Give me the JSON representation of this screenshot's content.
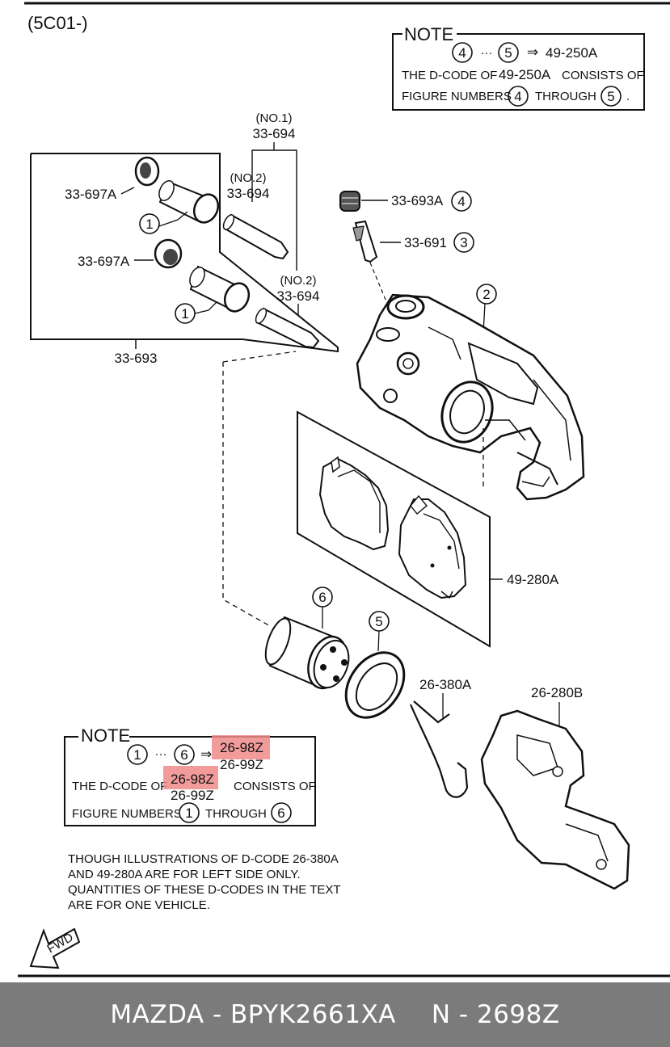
{
  "corner_code": "(5C01-)",
  "note_top": {
    "title": "NOTE",
    "range_from": "4",
    "range_dots": "···",
    "range_to": "5",
    "arrow": "⇒",
    "code": "49-250A",
    "line2_pre": "THE D-CODE OF",
    "line2_code": "49-250A",
    "line2_post": "CONSISTS OF",
    "line3_pre": "FIGURE NUMBERS",
    "line3_from": "4",
    "line3_mid": "THROUGH",
    "line3_to": "5",
    "line3_end": "."
  },
  "parts": {
    "no1": "(NO.1)",
    "p33_694_a": "33-694",
    "no2_a": "(NO.2)",
    "p33_694_b": "33-694",
    "no2_b": "(NO.2)",
    "p33_694_c": "33-694",
    "p33_697a_1": "33-697A",
    "p33_697a_2": "33-697A",
    "ref1_a": "1",
    "ref1_b": "1",
    "p33_693": "33-693",
    "p33_693a": "33-693A",
    "ref4": "4",
    "p33_691": "33-691",
    "ref3": "3",
    "ref2": "2",
    "p49_280a": "49-280A",
    "ref6": "6",
    "ref5": "5",
    "p26_380a": "26-380A",
    "p26_280b": "26-280B"
  },
  "note_bottom": {
    "title": "NOTE",
    "range_from": "1",
    "range_dots": "···",
    "range_to": "6",
    "arrow": "⇒",
    "code_highlight": "26-98Z",
    "code_old": "26-99Z",
    "line2_pre": "THE D-CODE OF",
    "line2_highlight": "26-98Z",
    "line2_old": "26-99Z",
    "line2_post": "CONSISTS OF",
    "line3_pre": "FIGURE NUMBERS",
    "line3_from": "1",
    "line3_mid": "THROUGH",
    "line3_to": "6"
  },
  "disclaimer": [
    "THOUGH ILLUSTRATIONS OF D-CODE 26-380A",
    "AND 49-280A ARE FOR LEFT SIDE ONLY.",
    "QUANTITIES OF THESE D-CODES IN THE TEXT",
    "ARE FOR ONE VEHICLE."
  ],
  "fwd_label": "FWD",
  "footer": {
    "part_number": "MAZDA - BPYK2661XA",
    "cross_ref": "N - 2698Z",
    "background": "#7b7b7b",
    "text_color": "#ffffff"
  },
  "colors": {
    "highlight": "#f08a8a",
    "line": "#111111"
  }
}
